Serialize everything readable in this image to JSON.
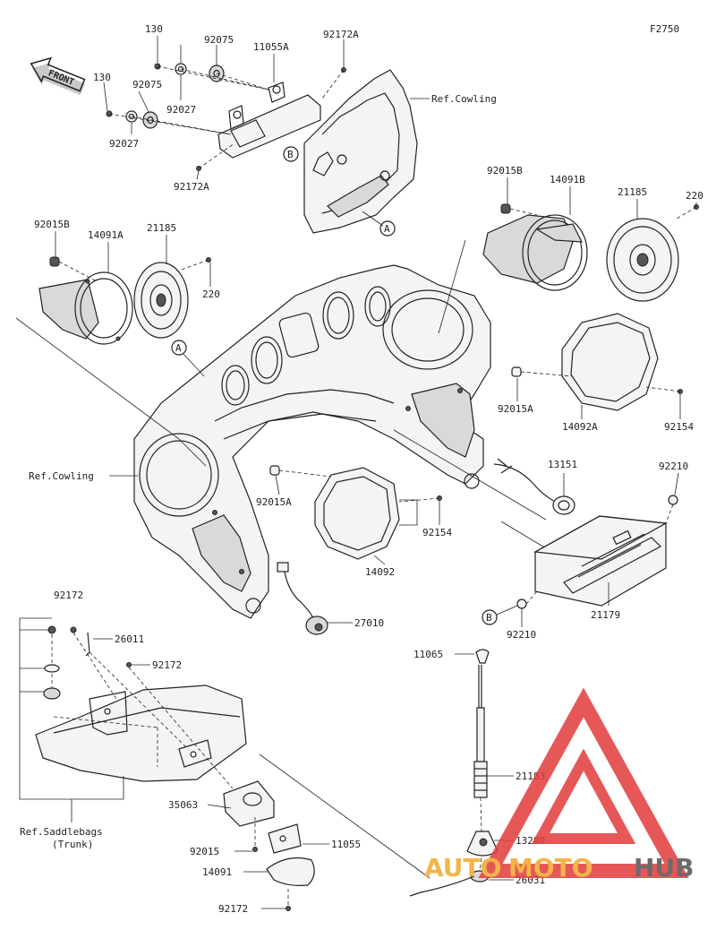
{
  "figure_code": "F2750",
  "front_label": "FRONT",
  "labels": {
    "l130a": "130",
    "l130b": "130",
    "l92075a": "92075",
    "l92075b": "92075",
    "l92027a": "92027",
    "l92027b": "92027",
    "l11055A": "11055A",
    "l92172A_top": "92172A",
    "l92172A_bot": "92172A",
    "refCowlingTop": "Ref.Cowling",
    "l92015B_r": "92015B",
    "l14091B": "14091B",
    "l21185_r": "21185",
    "l220_r": "220",
    "l92015B_l": "92015B",
    "l14091A": "14091A",
    "l21185_l": "21185",
    "l220_l": "220",
    "l92015A_r": "92015A",
    "l14092A": "14092A",
    "l92154_r": "92154",
    "refCowlingLeft": "Ref.Cowling",
    "l92015A_l": "92015A",
    "l92154_l": "92154",
    "l14092": "14092",
    "l13151": "13151",
    "l92210_top": "92210",
    "l92210_bot": "92210",
    "l21179": "21179",
    "l27010": "27010",
    "l92172_a": "92172",
    "l26011": "26011",
    "l92172_b": "92172",
    "l11065": "11065",
    "l21183": "21183",
    "l13280": "13280",
    "l26031": "26031",
    "l35063": "35063",
    "l92015": "92015",
    "l11055": "11055",
    "l14091": "14091",
    "l92172_c": "92172",
    "refSaddlebags1": "Ref.Saddlebags",
    "refSaddlebags2": "(Trunk)",
    "callout_A": "A",
    "callout_B": "B"
  },
  "watermark": {
    "auto": "AUTO",
    "moto": "MOTO",
    "hub": "HUB",
    "colors": {
      "auto": "#f3b44a",
      "moto": "#f3b44a",
      "hub": "#6b6b6b",
      "triangle": "#e23b3b"
    }
  }
}
